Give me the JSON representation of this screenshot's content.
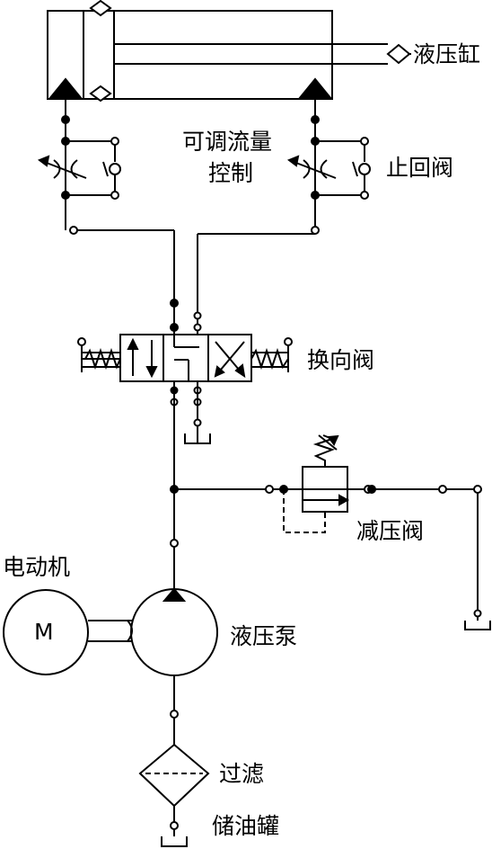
{
  "labels": {
    "cylinder": "液压缸",
    "flow_control": [
      "可调流量",
      "控制"
    ],
    "check_valve": "止回阀",
    "directional_valve": "换向阀",
    "pressure_reducing_valve": "减压阀",
    "motor": "电动机",
    "motor_symbol": "M",
    "pump": "液压泵",
    "filter": "过滤",
    "tank": "储油罐"
  },
  "colors": {
    "line": "#000000",
    "background": "#ffffff"
  }
}
